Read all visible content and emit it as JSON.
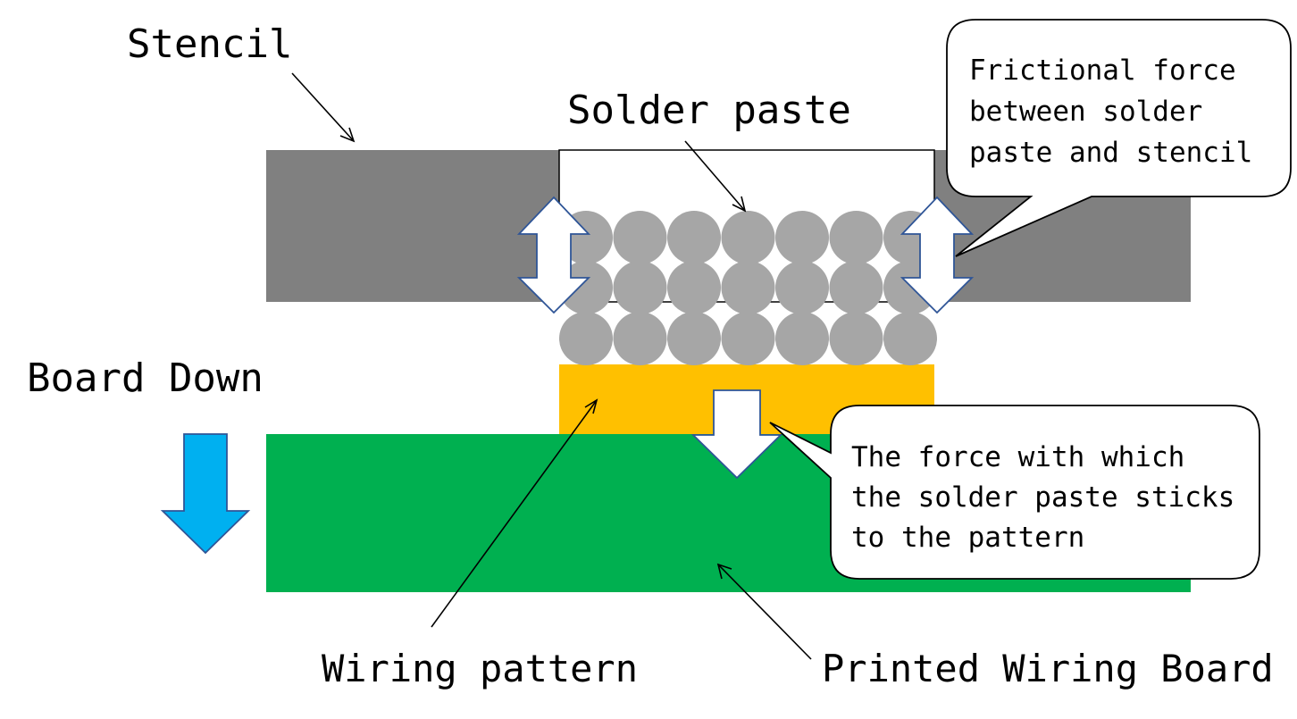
{
  "labels": {
    "stencil": "Stencil",
    "solder_paste": "Solder paste",
    "board_down": "Board Down",
    "wiring_pattern": "Wiring pattern",
    "printed_wiring_board": "Printed Wiring Board"
  },
  "callouts": {
    "frictional_force": [
      "Frictional force",
      "between solder",
      "paste and stencil"
    ],
    "sticking_force": [
      "The force with which",
      "the solder paste sticks",
      "to the pattern"
    ]
  },
  "colors": {
    "stencil": "#808080",
    "solder_particle": "#a6a6a6",
    "wiring_pattern": "#ffc000",
    "board": "#00b050",
    "board_down_arrow": "#00b0f0",
    "force_arrow_outline": "#2f5597"
  }
}
